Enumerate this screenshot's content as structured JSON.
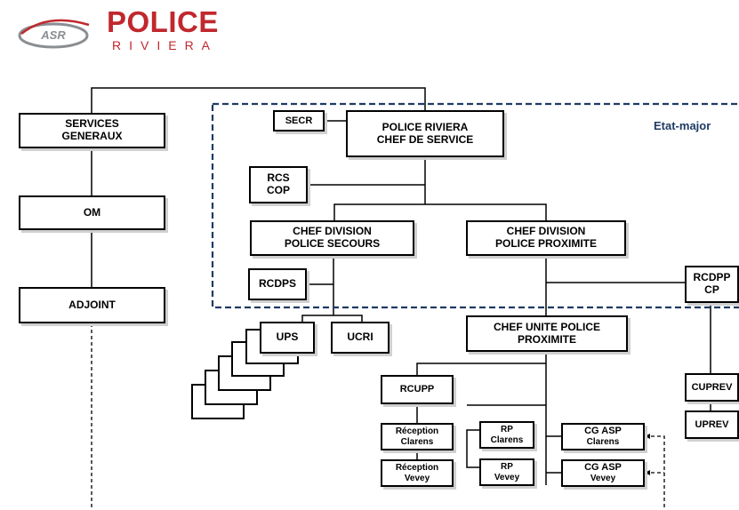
{
  "logo": {
    "badge_text": "ASR",
    "title": "POLICE",
    "subtitle": "RIVIERA",
    "colors": {
      "title": "#c0282d",
      "subtitle": "#c0282d",
      "badge": "#8a8d91"
    }
  },
  "region_label": "Etat-major",
  "colors": {
    "region_border": "#1f3a64",
    "lines": "#000000"
  },
  "nodes": {
    "services_generaux": [
      "SERVICES",
      "GENERAUX"
    ],
    "om": [
      "OM"
    ],
    "adjoint": [
      "ADJOINT"
    ],
    "secr": [
      "SECR"
    ],
    "chef_service": [
      "POLICE RIVIERA",
      "CHEF DE SERVICE"
    ],
    "rcs_cop": [
      "RCS",
      "COP"
    ],
    "chef_div_secours": [
      "CHEF DIVISION",
      "POLICE SECOURS"
    ],
    "chef_div_proximite": [
      "CHEF DIVISION",
      "POLICE PROXIMITE"
    ],
    "rcdps": [
      "RCDPS"
    ],
    "rcdpp_cp": [
      "RCDPP",
      "CP"
    ],
    "ups": [
      "UPS"
    ],
    "ucri": [
      "UCRI"
    ],
    "chef_unite_proximite": [
      "CHEF UNITE POLICE",
      "PROXIMITE"
    ],
    "rcupp": [
      "RCUPP"
    ],
    "reception_clarens": [
      "Réception",
      "Clarens"
    ],
    "reception_vevey": [
      "Réception",
      "Vevey"
    ],
    "rp_clarens": [
      "RP",
      "Clarens"
    ],
    "rp_vevey": [
      "RP",
      "Vevey"
    ],
    "cgasp_clarens": [
      "CG ASP",
      "Clarens"
    ],
    "cgasp_vevey": [
      "CG ASP",
      "Vevey"
    ],
    "cuprev": [
      "CUPREV"
    ],
    "uprev": [
      "UPREV"
    ]
  }
}
